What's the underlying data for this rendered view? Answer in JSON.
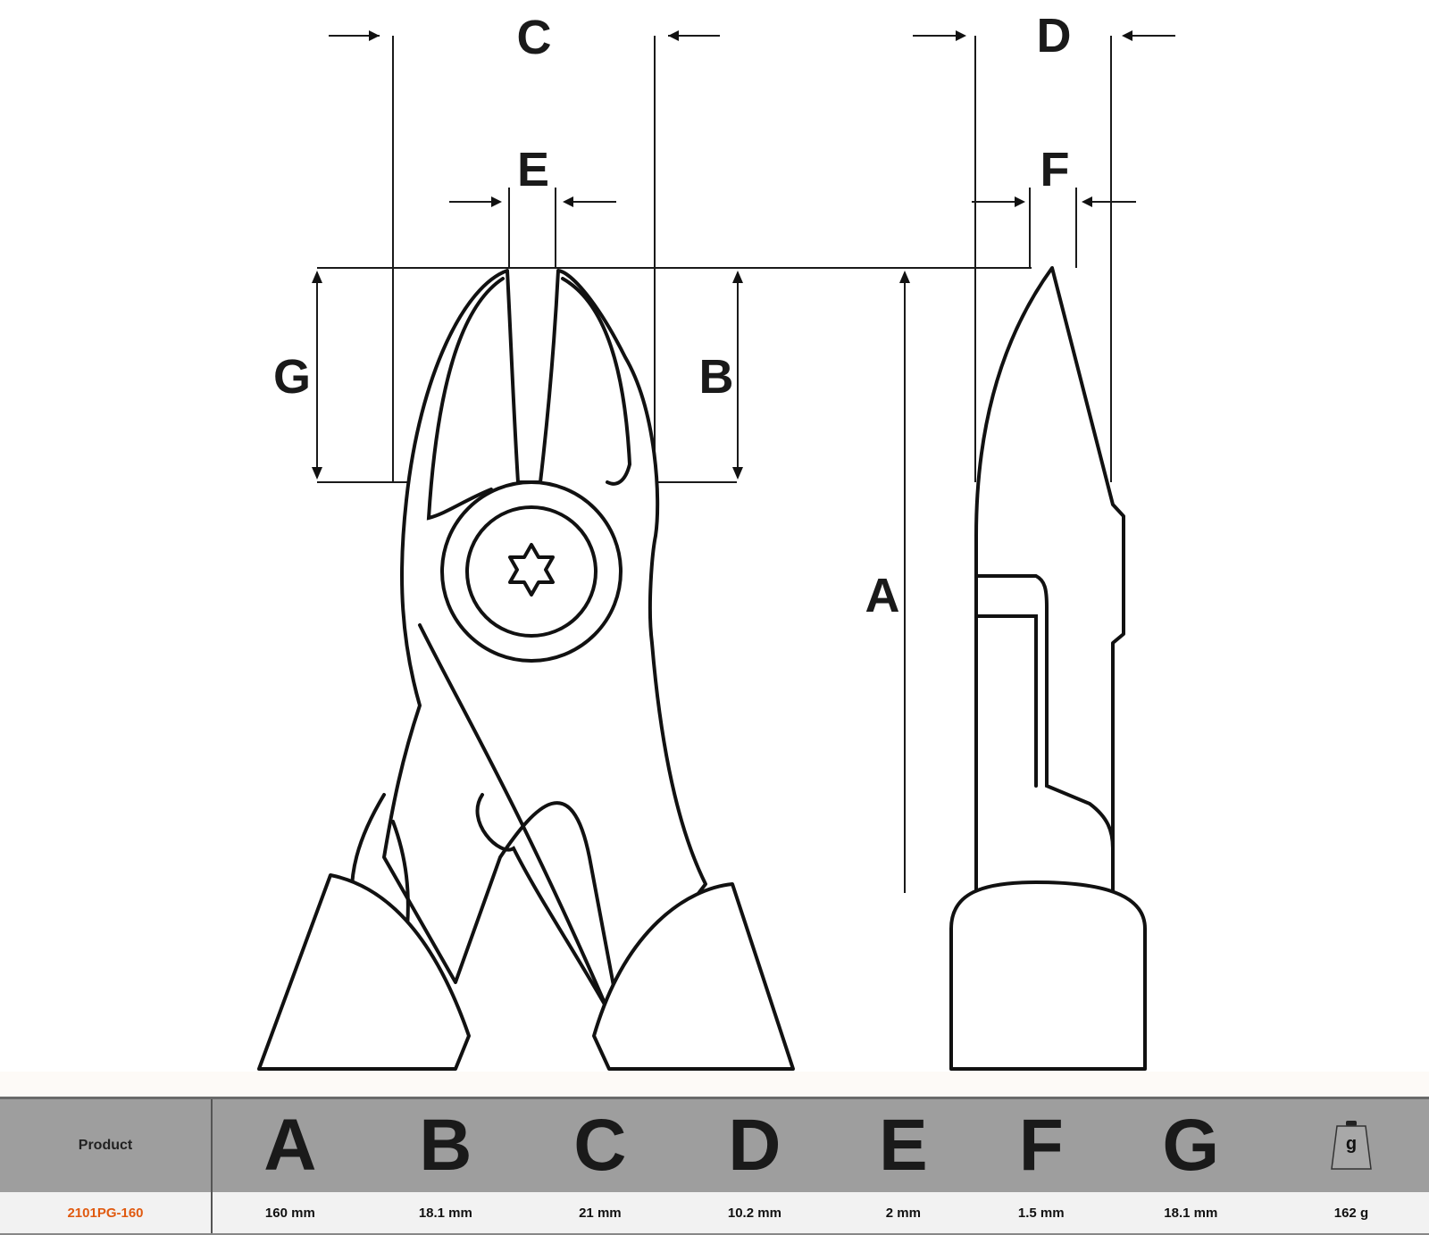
{
  "diagram": {
    "labels": {
      "A": "A",
      "B": "B",
      "C": "C",
      "D": "D",
      "E": "E",
      "F": "F",
      "G": "G"
    }
  },
  "table": {
    "header_product": "Product",
    "columns": [
      "A",
      "B",
      "C",
      "D",
      "E",
      "F",
      "G"
    ],
    "weight_icon_label": "g",
    "row": {
      "product": "2101PG-160",
      "values": [
        "160 mm",
        "18.1 mm",
        "21 mm",
        "10.2 mm",
        "2 mm",
        "1.5 mm",
        "18.1 mm",
        "162 g"
      ]
    }
  },
  "colors": {
    "product_code": "#e05a10",
    "header_bg": "#9e9e9e"
  }
}
